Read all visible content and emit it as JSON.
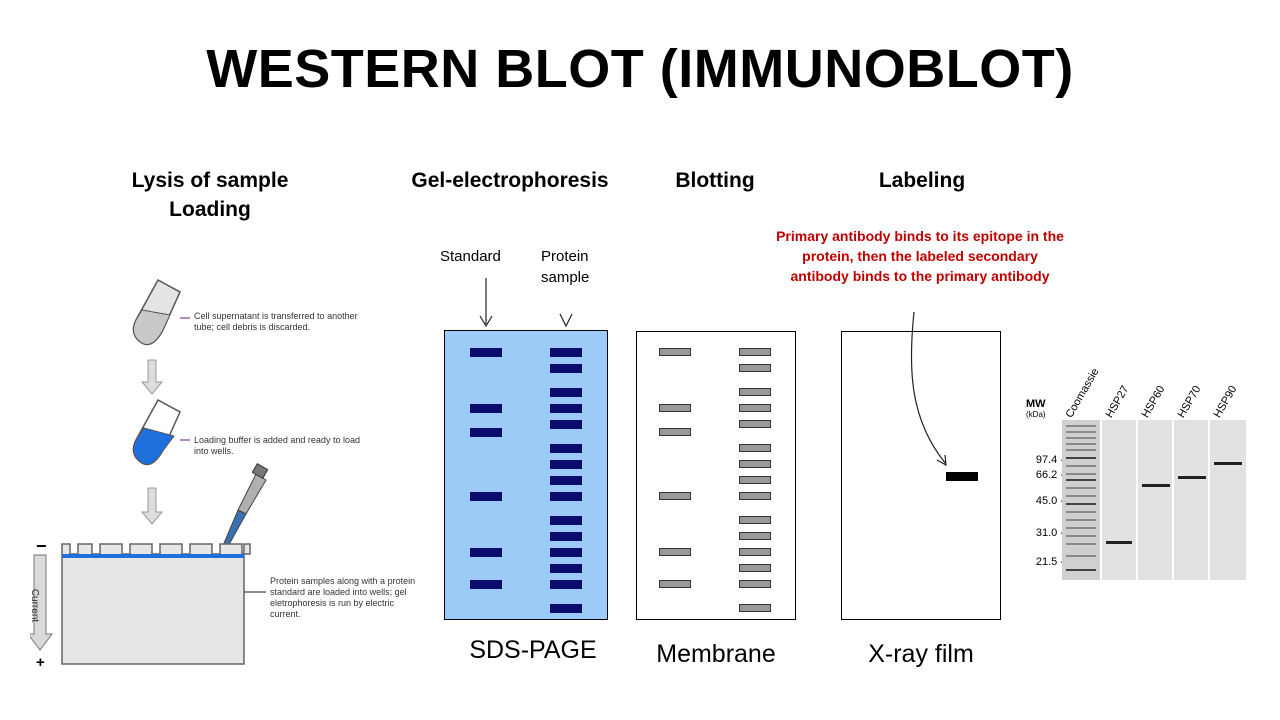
{
  "title": "WESTERN BLOT (IMMUNOBLOT)",
  "steps": {
    "lysis_line1": "Lysis of sample",
    "lysis_line2": "Loading",
    "gel": "Gel-electrophoresis",
    "blot": "Blotting",
    "label": "Labeling"
  },
  "lysis_notes": {
    "supernatant": "Cell supernatant is transferred to another tube; cell debris is discarded.",
    "loading_buffer": "Loading buffer is added and ready to load into wells.",
    "gel_run": "Protein samples along with a protein standard are loaded into wells; gel eletrophoresis is run by electric current.",
    "minus": "−",
    "plus": "+",
    "current": "Current"
  },
  "gel_labels": {
    "standard": "Standard",
    "protein_line1": "Protein",
    "protein_line2": "sample"
  },
  "antibody_note": "Primary antibody binds to its epitope in the protein, then the labeled secondary antibody binds to the primary antibody",
  "captions": {
    "sds": "SDS-PAGE",
    "membrane": "Membrane",
    "film": "X-ray film"
  },
  "blot_image": {
    "mw_title": "MW",
    "mw_unit": "(kDa)",
    "markers": [
      "97.4 -",
      "66.2 -",
      "45.0 -",
      "31.0 -",
      "21.5 -"
    ],
    "lanes": [
      "Coomassie",
      "HSP27",
      "HSP60",
      "HSP70",
      "HSP90"
    ]
  },
  "colors": {
    "gel": "#9dcbf7",
    "band": "#0b0b6e",
    "membrane_band": "#9a9a9a",
    "note_red": "#c00000",
    "tube_blue": "#1f6fdc",
    "tank_grey": "#e6e6e6"
  }
}
